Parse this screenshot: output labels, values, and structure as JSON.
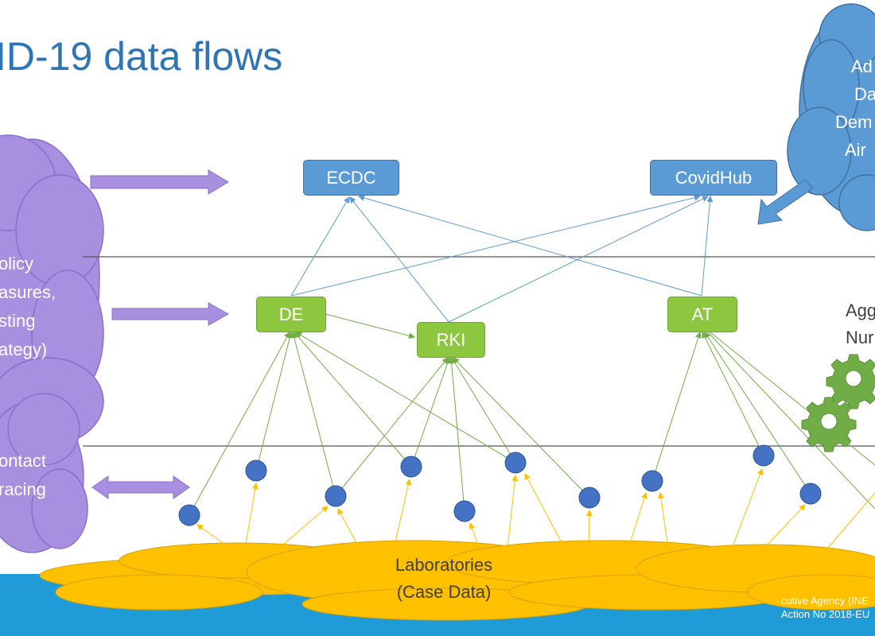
{
  "slide": {
    "title": "ID-19 data flows",
    "nodes": {
      "ecdc": "ECDC",
      "covidhub": "CovidHub",
      "de": "DE",
      "rki": "RKI",
      "at": "AT"
    },
    "policy_cloud_lines": [
      "olicy",
      "asures,",
      "sting",
      "ategy)"
    ],
    "contact_cloud_lines": [
      "ontact",
      "racing"
    ],
    "data_cloud_lines": [
      "Ad",
      "Da",
      "Dem",
      "Air"
    ],
    "aggregated_lines": [
      "Agg",
      "Nur"
    ],
    "labs_lines": [
      "Laboratories",
      "(Case Data)"
    ],
    "footer_lines": [
      "cutive Agency (INE",
      "Action No 2018-EU"
    ]
  },
  "colors": {
    "title": "#2e75b6",
    "node_blue": "#5b9bd5",
    "node_green": "#8dc63f",
    "cloud_purple": "#a98fe0",
    "cloud_blue": "#5b9bd5",
    "cloud_yellow": "#ffc000",
    "lab_dot": "#4472c4",
    "gear": "#70ad47",
    "footer_band": "#1f9bd7"
  },
  "icons": [
    "gear-icon",
    "gear-icon"
  ]
}
